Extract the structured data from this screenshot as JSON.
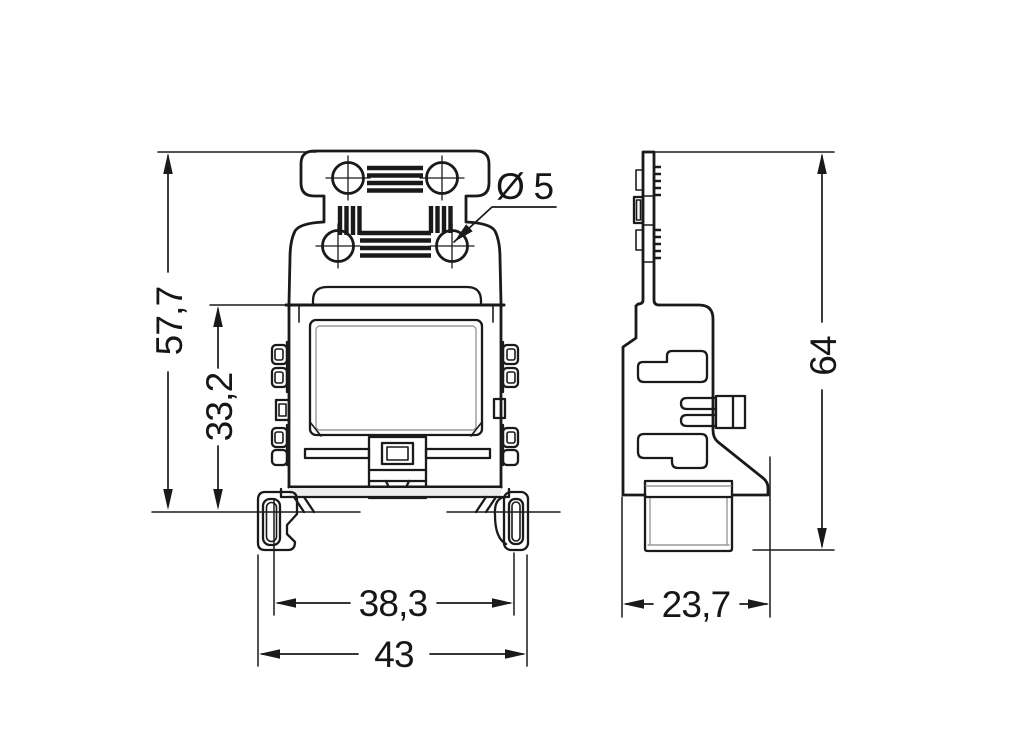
{
  "dimensions": {
    "front_total_height": "57,7",
    "front_body_height": "33,2",
    "hole_diameter": "Ø 5",
    "front_inner_width": "38,3",
    "front_total_width": "43",
    "side_total_height": "64",
    "side_depth": "23,7"
  },
  "style": {
    "line_color": "#1a1a1a",
    "thin_line_color": "#9a9a9a",
    "background": "#ffffff"
  }
}
